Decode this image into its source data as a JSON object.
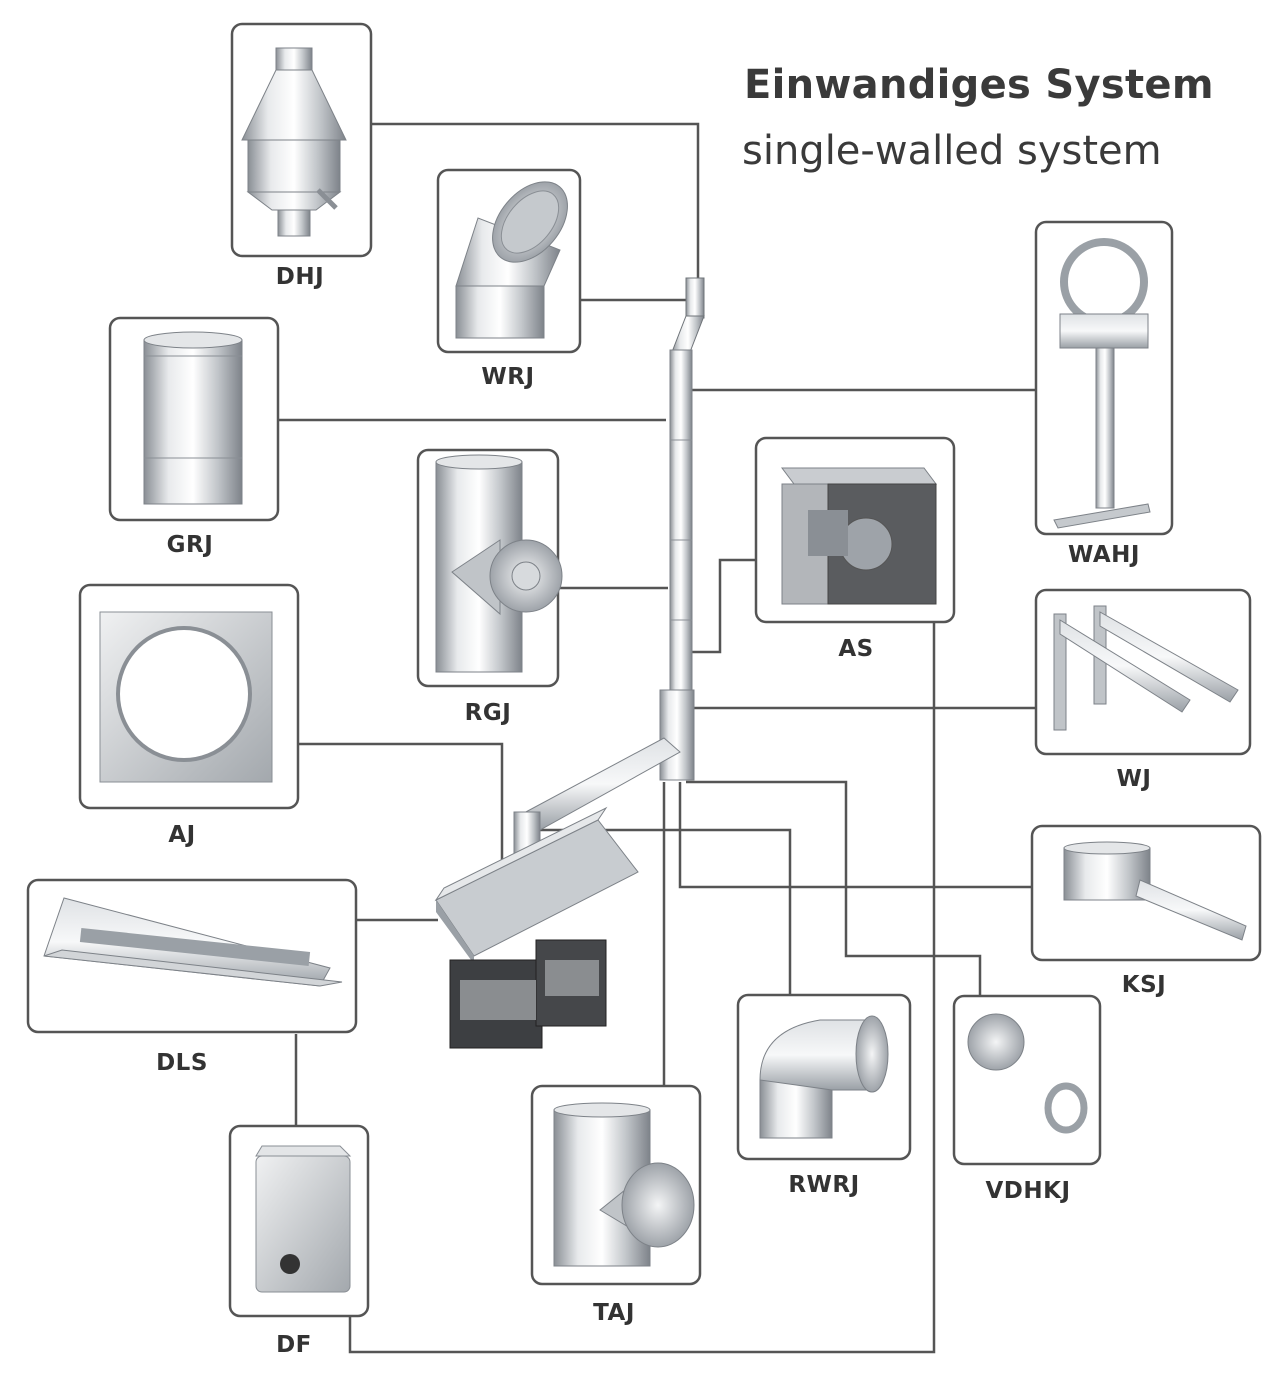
{
  "title": {
    "main": "Einwandiges System",
    "sub": "single-walled system"
  },
  "colors": {
    "line": "#555555",
    "box_border": "#555555",
    "steel_light": "#e9ebed",
    "steel_mid": "#b9bdc2",
    "steel_dark": "#7d8288"
  },
  "components": [
    {
      "code": "DHJ",
      "icon": "chimney-cowl-icon"
    },
    {
      "code": "WRJ",
      "icon": "elbow-45-icon"
    },
    {
      "code": "GRJ",
      "icon": "straight-pipe-icon"
    },
    {
      "code": "RGJ",
      "icon": "inspection-tee-icon"
    },
    {
      "code": "AJ",
      "icon": "connection-plate-icon"
    },
    {
      "code": "DLS",
      "icon": "extraction-hood-icon"
    },
    {
      "code": "DF",
      "icon": "speed-controller-icon"
    },
    {
      "code": "TAJ",
      "icon": "tee-branch-icon"
    },
    {
      "code": "RWRJ",
      "icon": "elbow-90-icon"
    },
    {
      "code": "VDHKJ",
      "icon": "clamp-ring-icon"
    },
    {
      "code": "AS",
      "icon": "fan-box-icon"
    },
    {
      "code": "WAHJ",
      "icon": "wall-support-icon"
    },
    {
      "code": "WJ",
      "icon": "wall-bracket-icon"
    },
    {
      "code": "KSJ",
      "icon": "condensate-drain-icon"
    }
  ]
}
